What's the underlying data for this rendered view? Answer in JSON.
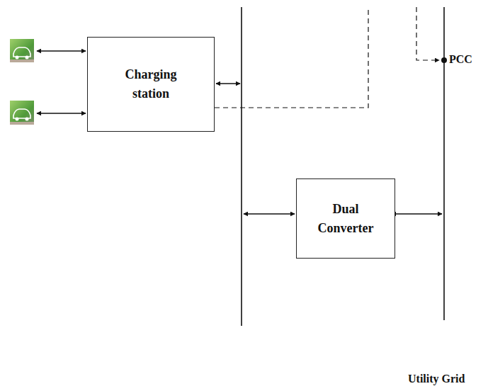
{
  "diagram": {
    "nodes": [
      {
        "text": [
          "Charging station"
        ]
      },
      {
        "text": [
          "Dual Converter"
        ]
      }
    ],
    "labels": [
      "PCC",
      "Utility Grid"
    ]
  }
}
